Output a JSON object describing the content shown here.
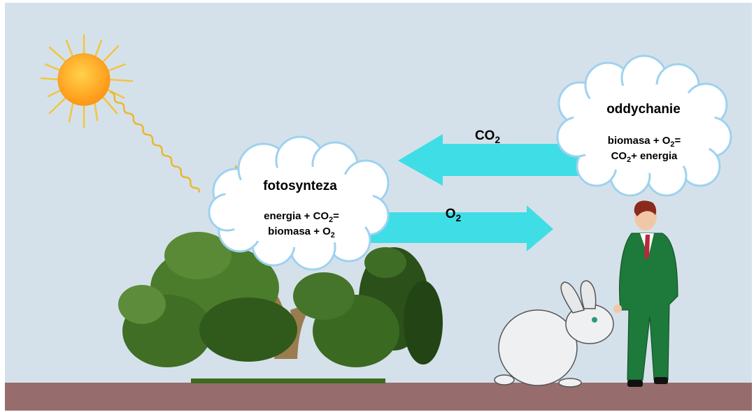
{
  "fotosynteza": {
    "title": "fotosynteza",
    "line1_a": "energia + CO",
    "line1_sub": "2",
    "line1_b": "=",
    "line2_a": "biomasa + O",
    "line2_sub": "2"
  },
  "oddychanie": {
    "title": "oddychanie",
    "line1_a": "biomasa + O",
    "line1_sub": "2",
    "line1_b": "=",
    "line2_a": "CO",
    "line2_sub": "2",
    "line2_b": "+ energia"
  },
  "arrows": {
    "co2_main": "CO",
    "co2_sub": "2",
    "o2_main": "O",
    "o2_sub": "2"
  },
  "colors": {
    "sky": "#d5e1ea",
    "ground": "#966c6c",
    "arrow": "#3fdde6",
    "sun": "#ffa020",
    "tree": "#3e6d26",
    "suit": "#1d7a3a"
  },
  "icons": [
    "sun-icon",
    "tree-icon",
    "rabbit-icon",
    "man-icon"
  ]
}
